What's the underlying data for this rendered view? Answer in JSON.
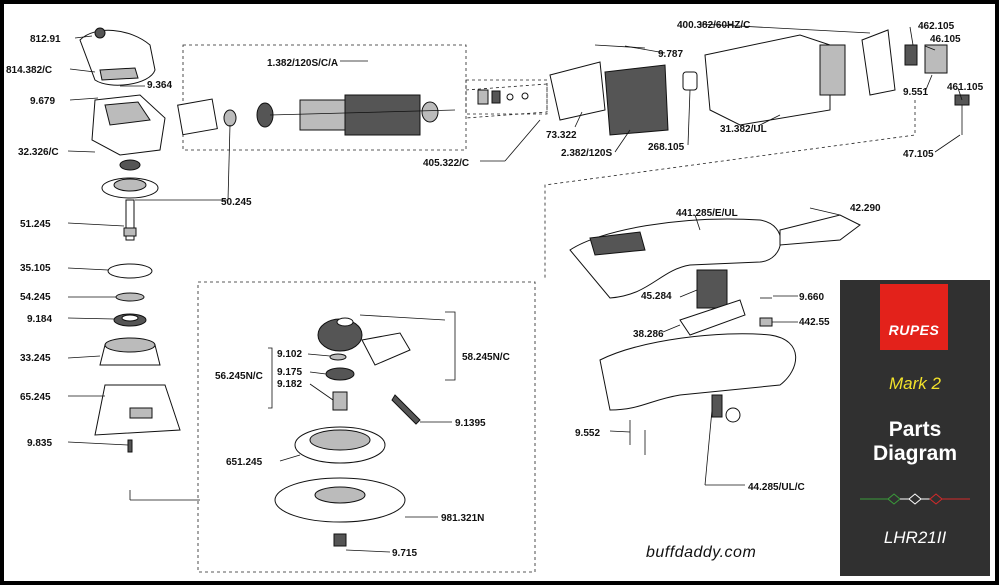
{
  "brand": {
    "logo_text": "RUPES",
    "model_line": "Mark 2",
    "title_line1": "Parts",
    "title_line2": "Diagram",
    "model_code": "LHR21II",
    "website": "buffdaddy.com"
  },
  "colors": {
    "panel_bg": "#303030",
    "logo_red": "#e3221b",
    "model_yellow": "#f2e22a",
    "ornament_green": "#3a9a3a",
    "ornament_white": "#ffffff",
    "ornament_red": "#d42a2a"
  },
  "labels": {
    "p812_91": "812.91",
    "p814_382c": "814.382/C",
    "p9_364": "9.364",
    "p9_679": "9.679",
    "p32_326c": "32.326/C",
    "p1_382": "1.382/120S/C/A",
    "p50_245": "50.245",
    "p405_322c": "405.322/C",
    "p9_787": "9.787",
    "p73_322": "73.322",
    "p2_382": "2.382/120S",
    "p268_105": "268.105",
    "p31_382ul": "31.382/UL",
    "p400_382": "400.382/60HZ/C",
    "p462_105": "462.105",
    "p46_105": "46.105",
    "p9_551": "9.551",
    "p461_105": "461.105",
    "p47_105": "47.105",
    "p441_285": "441.285/E/UL",
    "p42_290": "42.290",
    "p45_284": "45.284",
    "p9_660": "9.660",
    "p38_286": "38.286",
    "p442_55": "442.55",
    "p9_552": "9.552",
    "p44_285": "44.285/UL/C",
    "p51_245": "51.245",
    "p35_105": "35.105",
    "p54_245": "54.245",
    "p9_184": "9.184",
    "p33_245": "33.245",
    "p65_245": "65.245",
    "p9_835": "9.835",
    "p9_102": "9.102",
    "p56_245": "56.245N/C",
    "p9_175": "9.175",
    "p9_182": "9.182",
    "p58_245": "58.245N/C",
    "p9_1395": "9.1395",
    "p651_245": "651.245",
    "p981_321": "981.321N",
    "p9_715": "9.715"
  }
}
